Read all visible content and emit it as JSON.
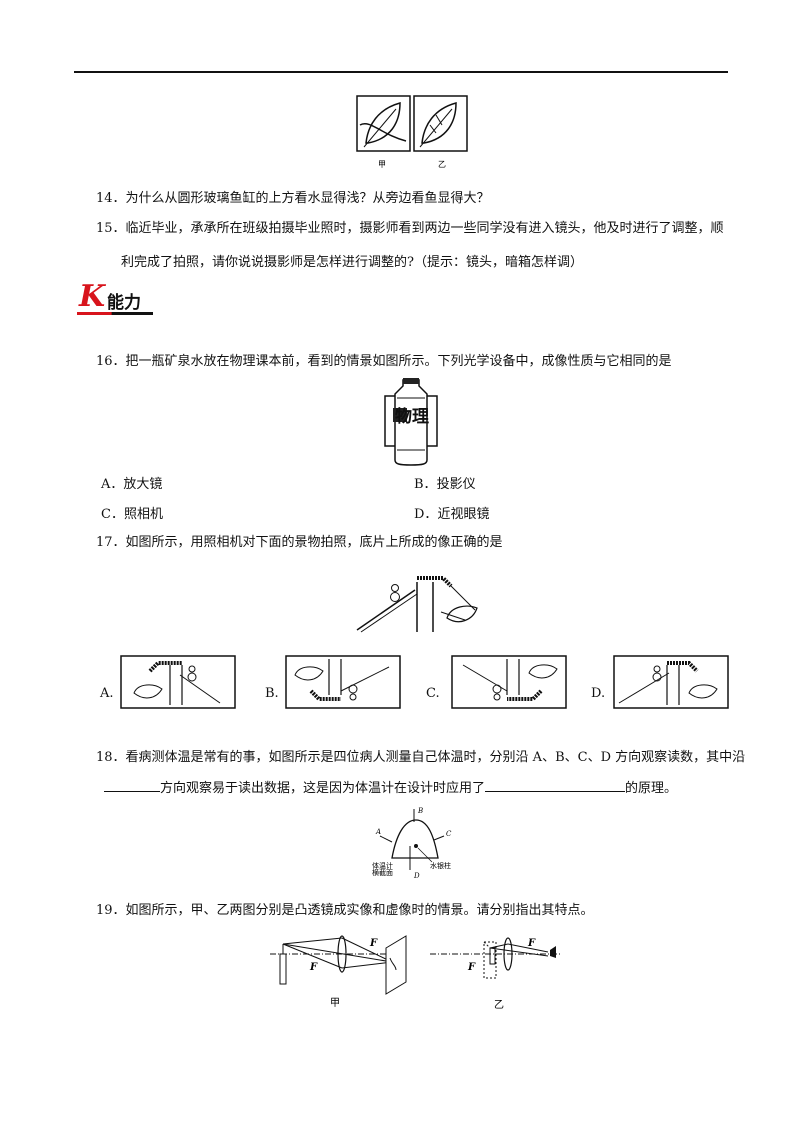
{
  "q14": {
    "num": "14．",
    "text": "为什么从圆形玻璃鱼缸的上方看水显得浅？从旁边看鱼显得大？"
  },
  "q15": {
    "num": "15．",
    "line1": "临近毕业，承承所在班级拍摄毕业照时，摄影师看到两边一些同学没有进入镜头，他及时进行了调整，顺",
    "line2": "利完成了拍照，请你说说摄影师是怎样进行调整的?（提示：镜头，暗箱怎样调）"
  },
  "fig_top": {
    "label_left": "甲",
    "label_right": "乙"
  },
  "section": {
    "letter": "K",
    "title": "能力"
  },
  "q16": {
    "num": "16．",
    "text": "把一瓶矿泉水放在物理课本前，看到的情景如图所示。下列光学设备中，成像性质与它相同的是",
    "figure_text": "物理",
    "options": [
      {
        "letter": "A．",
        "text": "放大镜"
      },
      {
        "letter": "B．",
        "text": "投影仪"
      },
      {
        "letter": "C．",
        "text": "照相机"
      },
      {
        "letter": "D．",
        "text": "近视眼镜"
      }
    ]
  },
  "q17": {
    "num": "17．",
    "text": "如图所示，用照相机对下面的景物拍照，底片上所成的像正确的是",
    "options": [
      "A.",
      "B.",
      "C.",
      "D."
    ]
  },
  "q18": {
    "num": "18．",
    "text_line1": "看病测体温是常有的事，如图所示是四位病人测量自己体温时，分别沿 A、B、C、D 方向观察读数，其中沿",
    "text_line2_a": "方向观察易于读出数据，这是因为体温计在设计时应用了",
    "text_line2_b": "的原理。",
    "figure_labels": {
      "a": "A",
      "b": "B",
      "c": "C",
      "d": "D",
      "caption1": "体温计",
      "caption2": "横截面",
      "caption3": "水银柱"
    }
  },
  "q19": {
    "num": "19．",
    "text": "如图所示，甲、乙两图分别是凸透镜成实像和虚像时的情景。请分别指出其特点。",
    "fig_left_label": "甲",
    "fig_right_label": "乙",
    "focus_label": "F"
  }
}
